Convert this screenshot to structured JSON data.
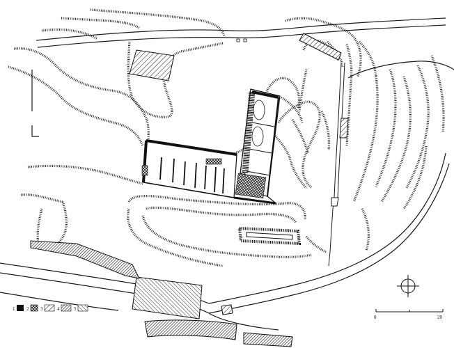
{
  "legend": {
    "items": [
      {
        "number": "1",
        "pattern": "solid"
      },
      {
        "number": "2",
        "pattern": "crosshatch"
      },
      {
        "number": "3",
        "pattern": "diagonal-hatch"
      },
      {
        "number": "4",
        "pattern": "dense-diagonal-hatch"
      },
      {
        "number": "5",
        "pattern": "reverse-hatch"
      }
    ]
  },
  "scale_bar": {
    "start": "0",
    "end": "20"
  },
  "compass": {
    "icon": "compass-rose-icon"
  },
  "colors": {
    "ink": "#1a1a1a",
    "paper": "#ffffff"
  }
}
